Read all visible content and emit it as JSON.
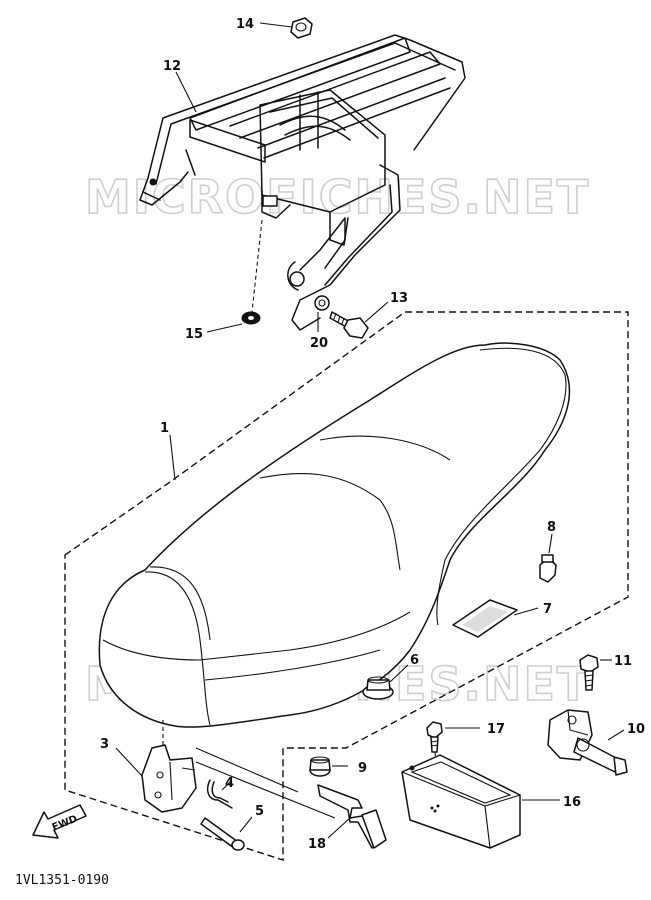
{
  "watermark": "MICROFICHES.NET",
  "diagram_code": "1VL1351-0190",
  "direction_label": "FWD",
  "callouts": {
    "p1": "1",
    "p3": "3",
    "p4": "4",
    "p5": "5",
    "p6": "6",
    "p7": "7",
    "p8": "8",
    "p9": "9",
    "p10": "10",
    "p11": "11",
    "p12": "12",
    "p13": "13",
    "p14": "14",
    "p15": "15",
    "p16": "16",
    "p17": "17",
    "p18": "18",
    "p20": "20"
  }
}
